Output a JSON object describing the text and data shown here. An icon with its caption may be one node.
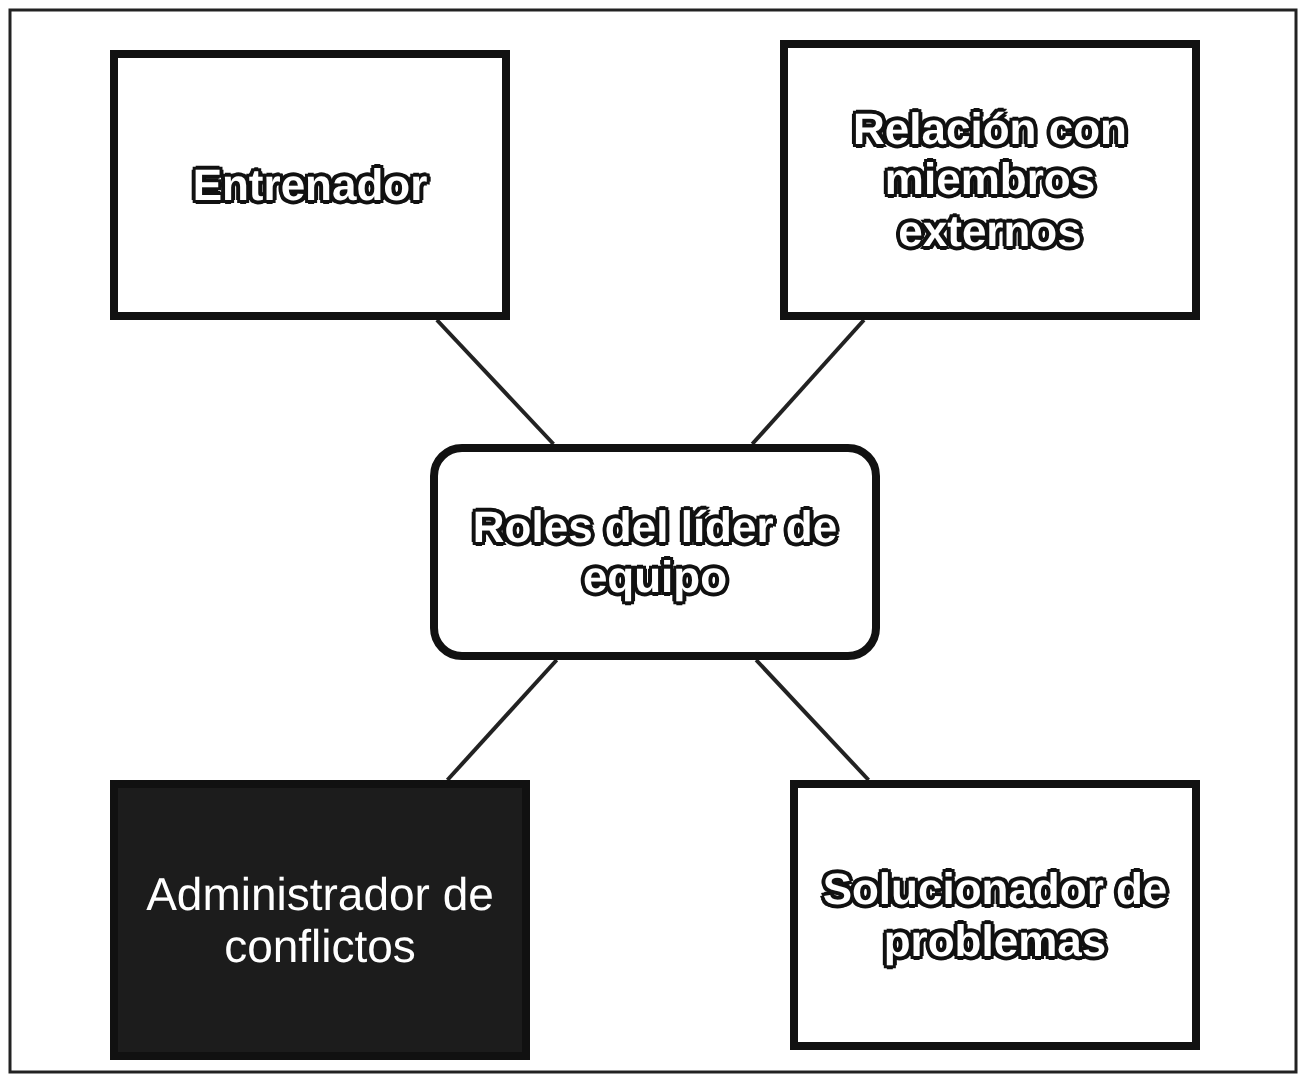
{
  "diagram": {
    "nodes": [
      {
        "text": [
          "Entrenador"
        ]
      },
      {
        "text": [
          "Relación con miembros externos"
        ]
      },
      {
        "text": [
          "Roles del líder de equipo"
        ]
      },
      {
        "text": [
          "Administrador de conflictos"
        ]
      },
      {
        "text": [
          "Solucionador de problemas"
        ]
      }
    ],
    "edges": [
      {
        "from": 2,
        "to": 0,
        "arrow": "none"
      },
      {
        "from": 2,
        "to": 1,
        "arrow": "none"
      },
      {
        "from": 2,
        "to": 3,
        "arrow": "none"
      },
      {
        "from": 2,
        "to": 4,
        "arrow": "none"
      }
    ]
  }
}
